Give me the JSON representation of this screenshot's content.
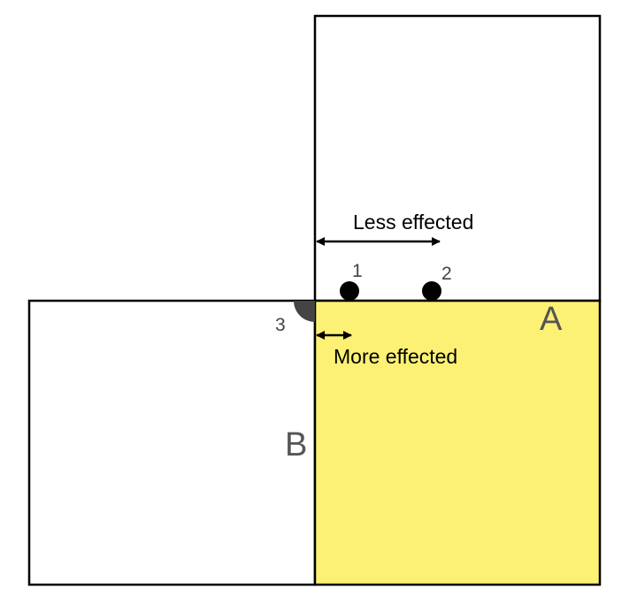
{
  "colors": {
    "highlight_fill": "#FCF175",
    "stroke": "#000000",
    "marker": "#000000",
    "corner_marker": "#444444",
    "label_gray": "#555555"
  },
  "labels": {
    "less_effected": "Less effected",
    "more_effected": "More effected",
    "region_a": "A",
    "region_b": "B",
    "point_1": "1",
    "point_2": "2",
    "point_3": "3"
  }
}
